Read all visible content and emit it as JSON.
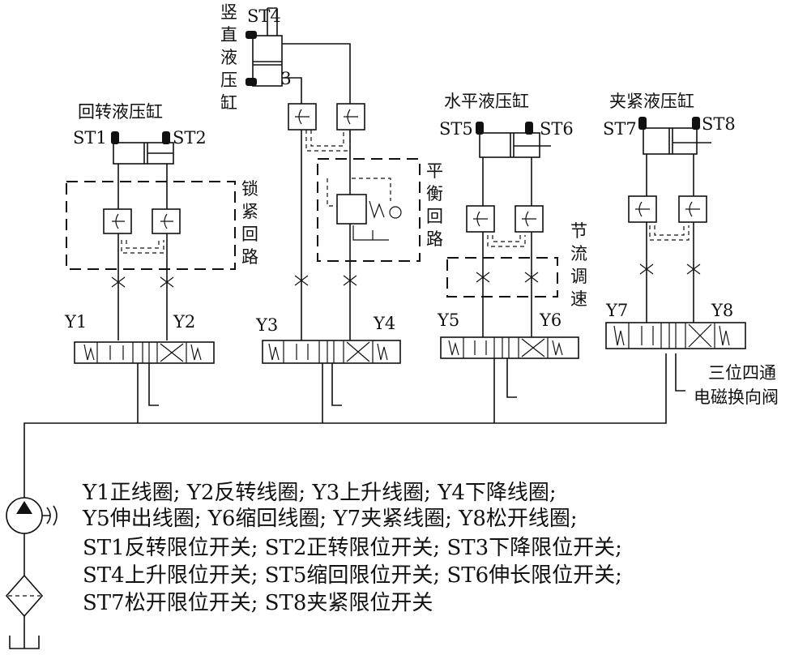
{
  "cylinders": {
    "rotary": "回转液压缸",
    "vertical": [
      "竖",
      "直",
      "液",
      "压",
      "缸"
    ],
    "horizontal": "水平液压缸",
    "clamp": "夹紧液压缸"
  },
  "circuits": {
    "lock": [
      "锁",
      "紧",
      "回",
      "路"
    ],
    "balance": [
      "平",
      "衡",
      "回",
      "路"
    ],
    "throttle": [
      "节",
      "流",
      "调",
      "速"
    ]
  },
  "valve_label": [
    "三位四通",
    "电磁换向阀"
  ],
  "switches": [
    "ST1",
    "ST2",
    "ST3",
    "ST4",
    "ST5",
    "ST6",
    "ST7",
    "ST8"
  ],
  "coils": [
    "Y1",
    "Y2",
    "Y3",
    "Y4",
    "Y5",
    "Y6",
    "Y7",
    "Y8"
  ],
  "legend": [
    "Y1正线圈; Y2反转线圈; Y3上升线圈; Y4下降线圈;",
    "Y5伸出线圈; Y6缩回线圈; Y7夹紧线圈; Y8松开线圈;",
    "ST1反转限位开关; ST2正转限位开关; ST3下降限位开关;",
    "ST4上升限位开关; ST5缩回限位开关; ST6伸长限位开关;",
    "ST7松开限位开关; ST8夹紧限位开关"
  ]
}
